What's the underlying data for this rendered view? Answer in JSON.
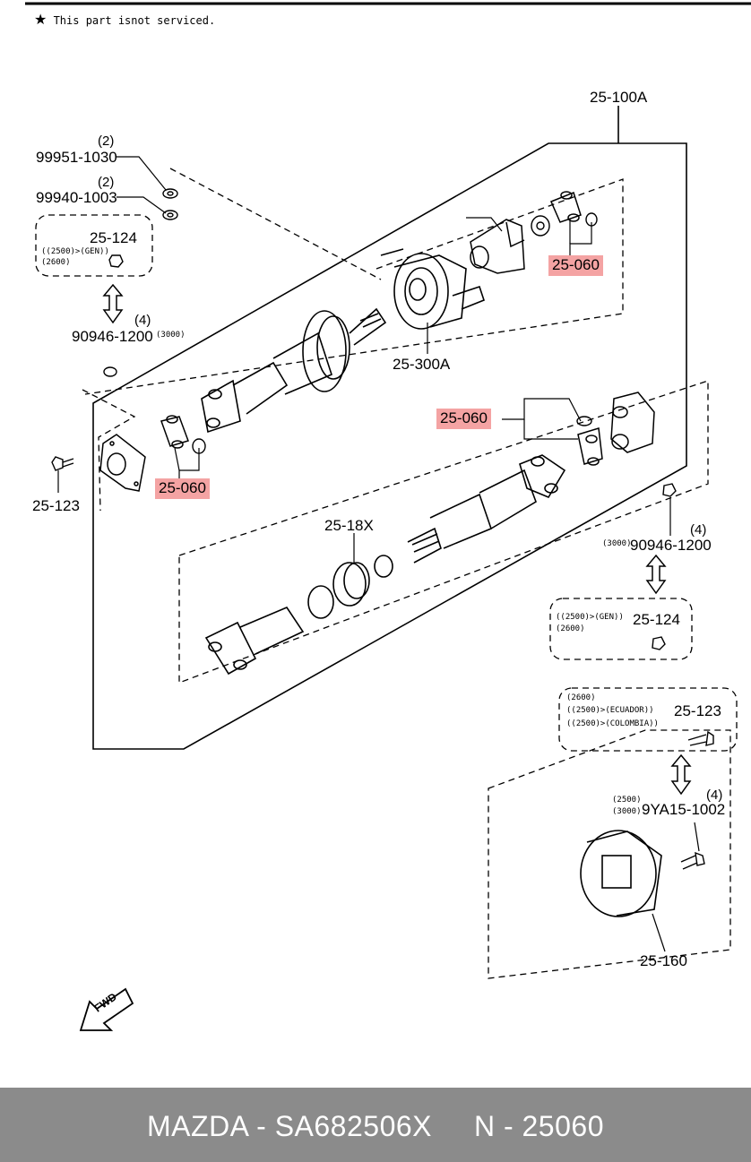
{
  "note": {
    "star": "★",
    "text": "This part isnot serviced."
  },
  "labels": {
    "main_assembly": "25-100A",
    "washer_upper": "99951-1030",
    "washer_upper_qty": "(2)",
    "washer_lower": "99940-1003",
    "washer_lower_qty": "(2)",
    "nut_left_part": "25-124",
    "nut_left_note1": "((2500)>(GEN))",
    "nut_left_note2": "(2600)",
    "bolt_left": "90946-1200",
    "bolt_left_qty": "(4)",
    "bolt_left_note": "(3000)",
    "center_bearing": "25-300A",
    "joint_top_right": "25-060",
    "joint_left": "25-060",
    "joint_mid": "25-060",
    "flange_bolt_left": "25-123",
    "boot_kit": "25-18X",
    "bolt_right": "90946-1200",
    "bolt_right_qty": "(4)",
    "bolt_right_note": "(3000)",
    "nut_right_part": "25-124",
    "nut_right_note1": "((2500)>(GEN))",
    "nut_right_note2": "(2600)",
    "bolt_right2_part": "25-123",
    "bolt_right2_note1": "(2600)",
    "bolt_right2_note2": "((2500)>(ECUADOR))",
    "bolt_right2_note3": "((2500)>(COLOMBIA))",
    "damper_bolt": "9YA15-1002",
    "damper_bolt_qty": "(4)",
    "damper_bolt_note1": "(2500)",
    "damper_bolt_note2": "(3000)",
    "damper": "25-160",
    "fwd": "FWD"
  },
  "footer": {
    "text": "MAZDA - SA682506X     N - 25060"
  }
}
